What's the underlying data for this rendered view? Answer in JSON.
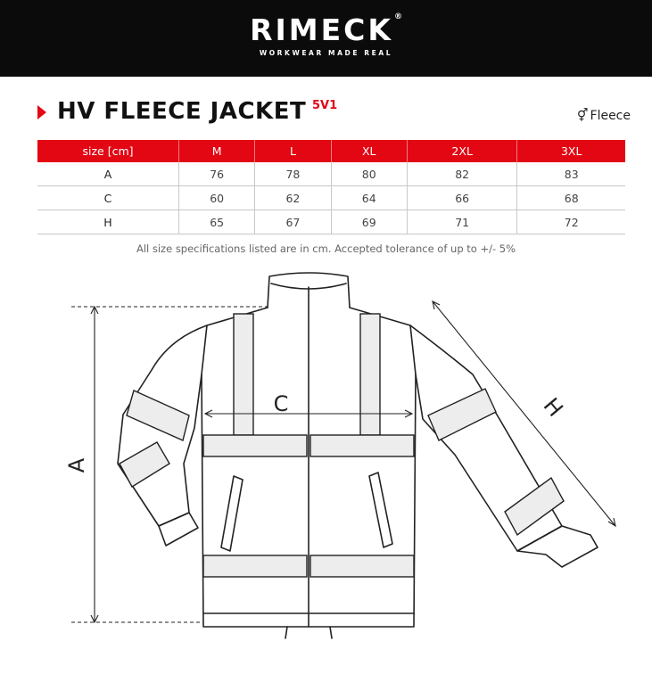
{
  "brand": {
    "logo_text": "RIMECK",
    "registered": "®",
    "tagline": "WORKWEAR MADE REAL"
  },
  "product": {
    "title": "HV FLEECE JACKET",
    "code": "5V1",
    "material_symbol": "⚥",
    "material": "Fleece"
  },
  "size_table": {
    "header": [
      "size [cm]",
      "M",
      "L",
      "XL",
      "2XL",
      "3XL"
    ],
    "rows": [
      [
        "A",
        "76",
        "78",
        "80",
        "82",
        "83"
      ],
      [
        "C",
        "60",
        "62",
        "64",
        "66",
        "68"
      ],
      [
        "H",
        "65",
        "67",
        "69",
        "71",
        "72"
      ]
    ]
  },
  "note": "All size specifications listed are in cm. Accepted tolerance of up to +/- 5%",
  "diagram": {
    "label_a": "A",
    "label_c": "C",
    "label_h": "H"
  },
  "colors": {
    "accent_red": "#e30613",
    "header_black": "#0b0b0b"
  }
}
